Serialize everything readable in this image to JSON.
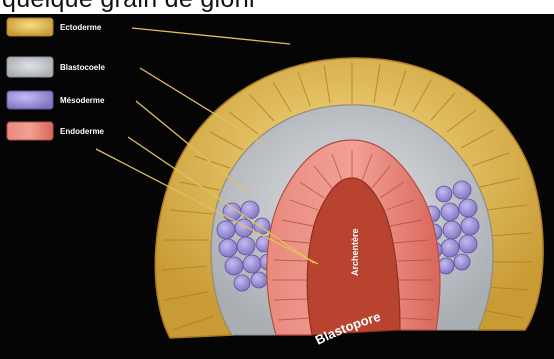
{
  "header": {
    "cropped_text": "quelque grain de giorli"
  },
  "legend": {
    "items": [
      {
        "label": "Ectoderme",
        "swatch": "ectoderm-swatch",
        "color": "#e8c35a"
      },
      {
        "label": "Blastocoele",
        "swatch": "blastocoel-swatch",
        "color": "#c9cdd1"
      },
      {
        "label": "Mésoderme",
        "swatch": "mesoderm-swatch",
        "color": "#9a8fd4"
      },
      {
        "label": "Endoderme",
        "swatch": "endoderm-swatch",
        "color": "#e27c70"
      }
    ]
  },
  "labels": {
    "archenteron": "Archentère",
    "blastopore": "Blastopore"
  },
  "colors": {
    "background": "#050505",
    "leader_line": "#e0c060",
    "ectoderm": "#e8c35a",
    "blastocoel": "#c9cdd1",
    "mesoderm": "#9a8fd4",
    "endoderm": "#e27c70",
    "archenteron_cavity": "#b8442f"
  }
}
